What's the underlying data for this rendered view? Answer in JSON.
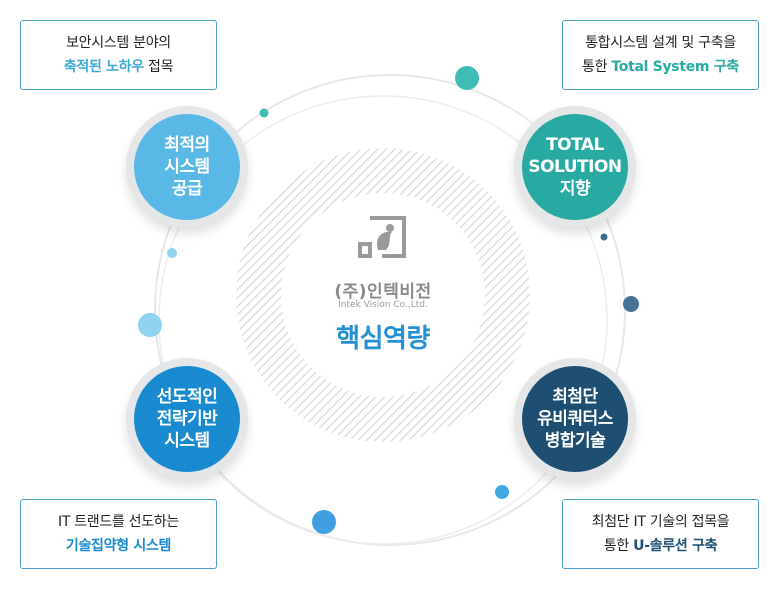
{
  "colors": {
    "teal": "#28aaa3",
    "light_blue": "#5ab8e6",
    "blue": "#1a8ad0",
    "navy": "#1e4e72",
    "callout_border": "#4a9ed0"
  },
  "center": {
    "company_name": "(주)인텍비전",
    "company_name_en": "Intek Vision Co.,Ltd.",
    "title": "핵심역량",
    "logo_icon": "intek-logo-icon"
  },
  "nodes": {
    "top_left": {
      "text": "최적의\n시스템\n공급",
      "color": "#5ab8e6"
    },
    "top_right": {
      "text": "TOTAL\nSOLUTION\n지향",
      "color": "#28aaa3"
    },
    "bottom_left": {
      "text": "선도적인\n전략기반\n시스템",
      "color": "#1a8ad0"
    },
    "bottom_right": {
      "text": "최첨단\n유비쿼터스\n병합기술",
      "color": "#1e4e72"
    }
  },
  "callouts": {
    "top_left": {
      "line1": "보안시스템 분야의",
      "line2_highlight": "축적된 노하우",
      "line2_rest": " 접목",
      "highlight_color": "#3fa9d6"
    },
    "top_right": {
      "line1": "통합시스템 설계 및  구축을",
      "line2_prefix": "통한 ",
      "line2_highlight": "Total System 구축",
      "highlight_color": "#28aaa3"
    },
    "bottom_left": {
      "line1": "IT 트랜드를 선도하는",
      "line2_highlight": "기술집약형 시스템",
      "highlight_color": "#1a8ad0"
    },
    "bottom_right": {
      "line1": "최첨단 IT 기술의 접목을",
      "line2_prefix": "통한 ",
      "line2_highlight": "U-솔루션 구축",
      "highlight_color": "#1e4e72"
    }
  }
}
